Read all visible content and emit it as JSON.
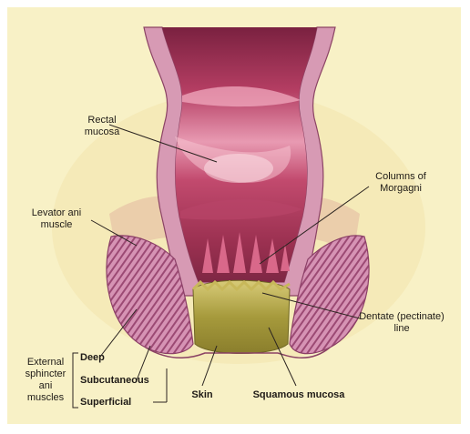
{
  "labels": {
    "rectal_mucosa": [
      "Rectal",
      "mucosa"
    ],
    "columns_of_morgagni": [
      "Columns of",
      "Morgagni"
    ],
    "levator_ani_muscle": [
      "Levator ani",
      "muscle"
    ],
    "dentate_line": [
      "Dentate (pectinate)",
      "line"
    ],
    "external_sphincter": [
      "External",
      "sphincter",
      "ani",
      "muscles"
    ],
    "deep": "Deep",
    "subcutaneous": "Subcutaneous",
    "superficial": "Superficial",
    "skin": "Skin",
    "squamous_mucosa": "Squamous mucosa"
  },
  "colors": {
    "background": "#f8f1c6",
    "wall_outer": "#c98aa6",
    "wall_inner": "#e7b4c8",
    "lumen_dark": "#8e2e4a",
    "lumen_mid": "#c24a6e",
    "lumen_light": "#f2b6c6",
    "anal_canal": "#a69a3c",
    "anal_canal_light": "#d8cb78",
    "muscle": "#c77aa0",
    "muscle_stripe": "#8b3f67",
    "leader": "#2b2420"
  }
}
